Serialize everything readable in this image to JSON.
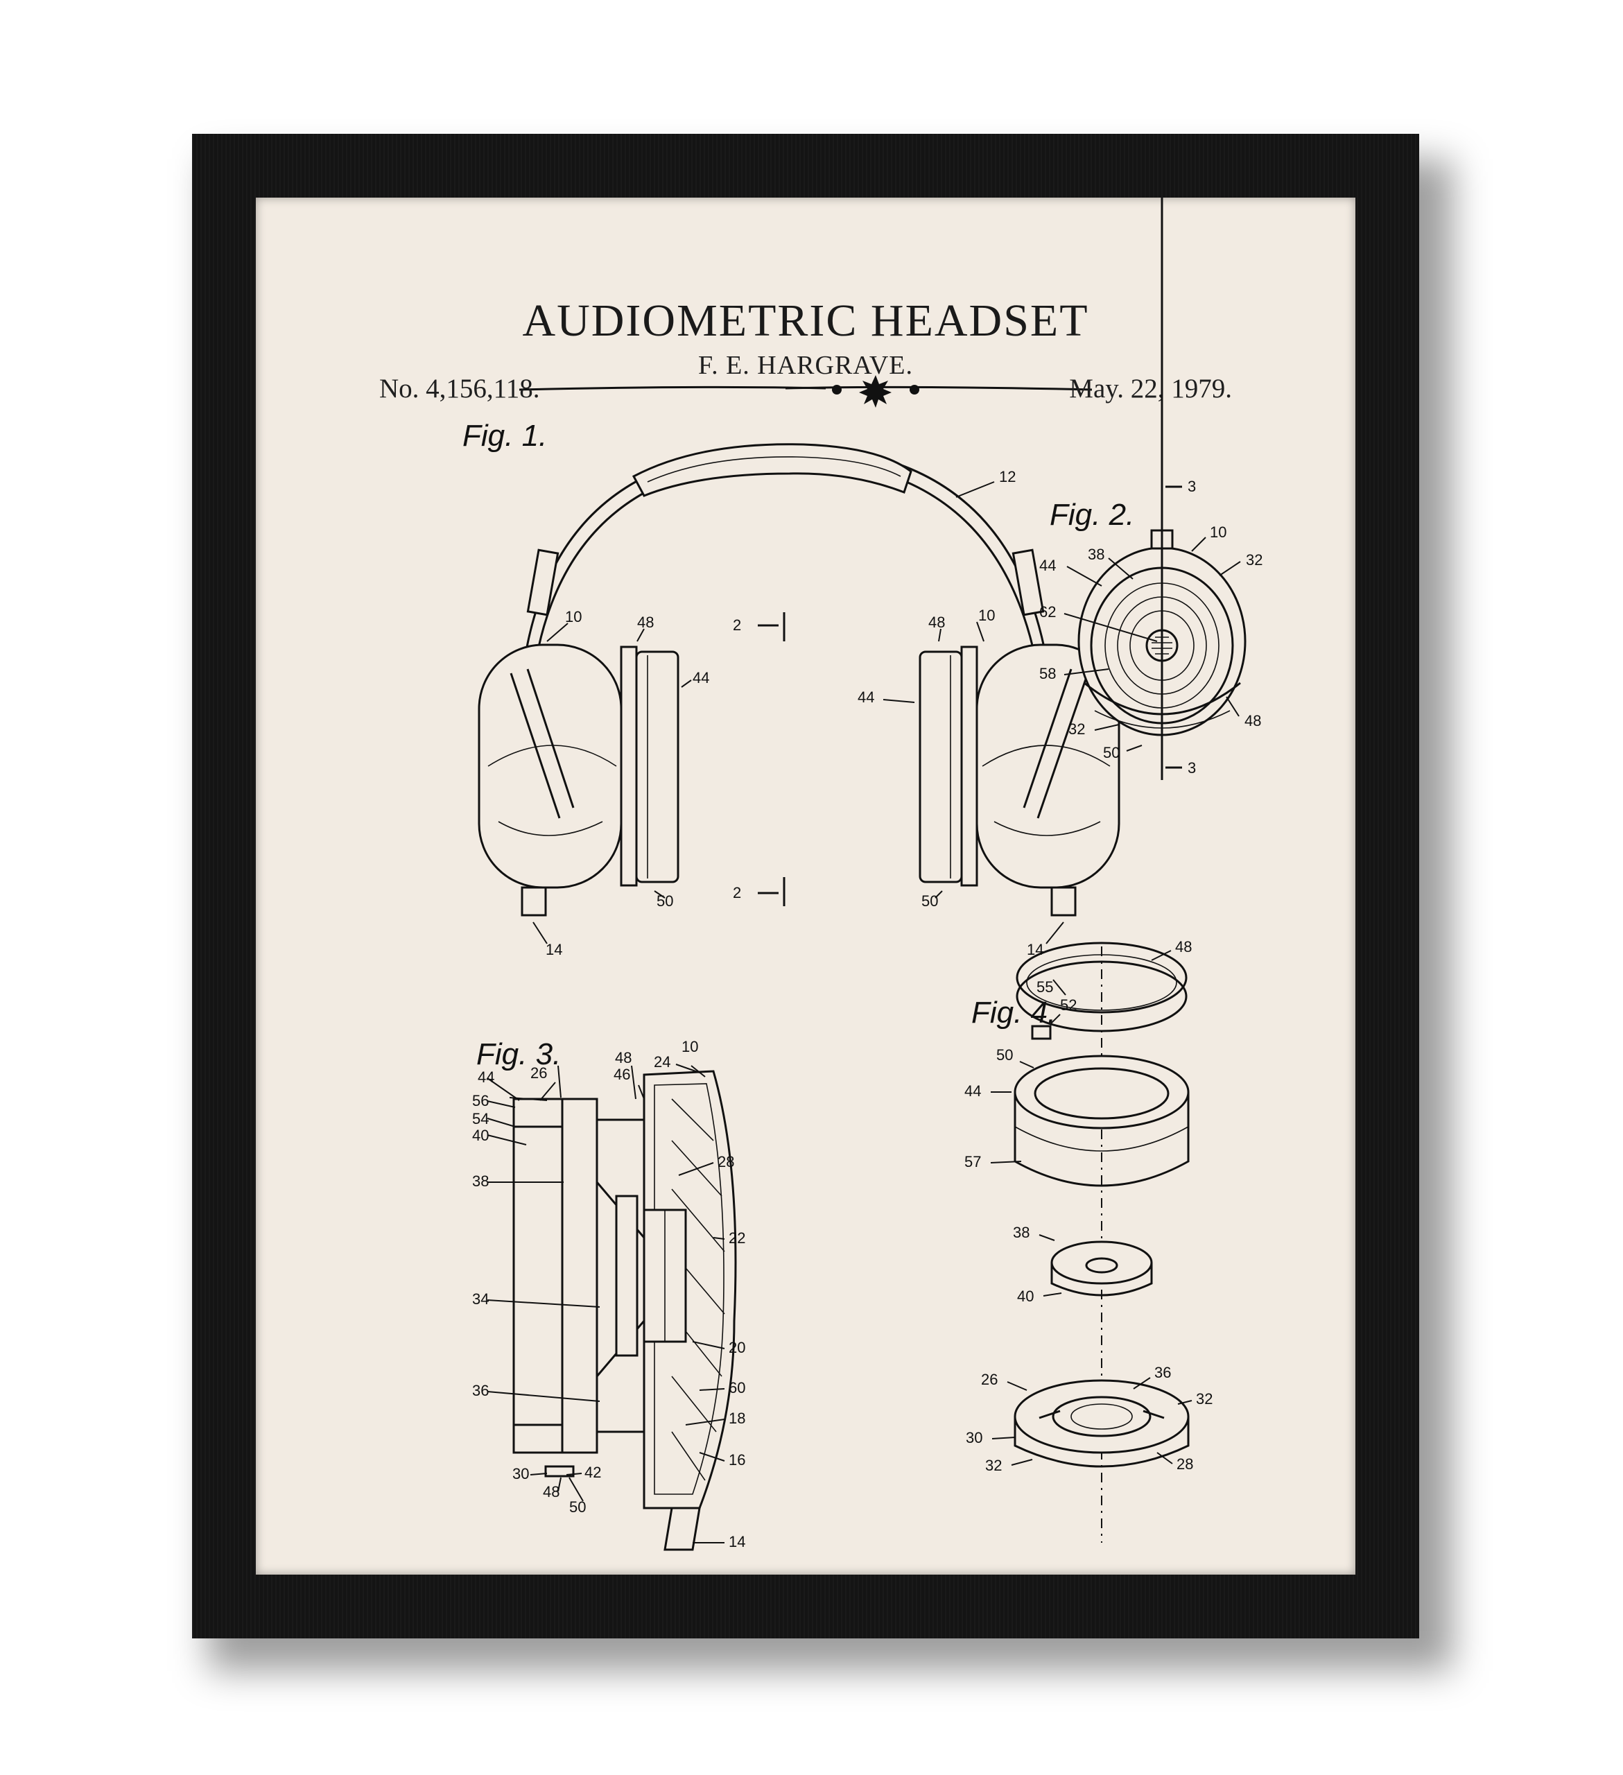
{
  "poster": {
    "title": "AUDIOMETRIC HEADSET",
    "inventor": "F. E. HARGRAVE.",
    "patent_number": "No. 4,156,118.",
    "patent_date": "May. 22, 1979."
  },
  "figures": {
    "fig1": {
      "caption": "Fig. 1.",
      "labels": [
        "12",
        "10",
        "48",
        "44",
        "50",
        "14",
        "10",
        "48",
        "44",
        "50",
        "14"
      ],
      "section_marks": [
        "2",
        "2"
      ]
    },
    "fig2": {
      "caption": "Fig. 2.",
      "labels": [
        "10",
        "38",
        "32",
        "44",
        "62",
        "58",
        "48",
        "32",
        "50"
      ],
      "section_marks": [
        "3",
        "3"
      ]
    },
    "fig3": {
      "caption": "Fig. 3.",
      "labels": [
        "48",
        "10",
        "44",
        "26",
        "46",
        "24",
        "56",
        "54",
        "40",
        "28",
        "38",
        "22",
        "34",
        "20",
        "36",
        "60",
        "18",
        "30",
        "42",
        "16",
        "48",
        "50",
        "14"
      ]
    },
    "fig4": {
      "caption": "Fig. 4.",
      "labels": [
        "48",
        "55",
        "52",
        "50",
        "44",
        "57",
        "38",
        "40",
        "26",
        "36",
        "32",
        "30",
        "28",
        "32"
      ]
    }
  }
}
